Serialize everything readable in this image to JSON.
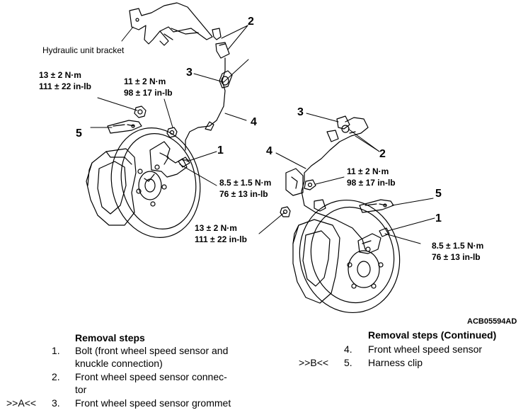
{
  "labels": {
    "bracket": "Hydraulic unit bracket",
    "left_callout_2": "2",
    "left_callout_3": "3",
    "left_callout_4": "4",
    "left_callout_5": "5",
    "left_callout_1": "1",
    "right_callout_3": "3",
    "right_callout_4": "4",
    "right_callout_2": "2",
    "right_callout_5": "5",
    "right_callout_1": "1",
    "figure_code": "ACB05594AD"
  },
  "torques": {
    "left_top_a": [
      "13 ± 2 N·m",
      "111 ± 22 in-lb"
    ],
    "left_top_b": [
      "11 ± 2 N·m",
      "98 ± 17 in-lb"
    ],
    "left_bolt": [
      "8.5 ± 1.5 N·m",
      "76 ± 13 in-lb"
    ],
    "right_mid": [
      "11 ± 2 N·m",
      "98 ± 17 in-lb"
    ],
    "right_low": [
      "13 ± 2 N·m",
      "111 ± 22 in-lb"
    ],
    "right_bolt": [
      "8.5 ± 1.5 N·m",
      "76 ± 13 in-lb"
    ]
  },
  "removal_steps": {
    "title": "Removal steps",
    "items": [
      {
        "marker": "",
        "num": "1.",
        "text": [
          "Bolt (front wheel speed sensor and",
          "knuckle connection)"
        ]
      },
      {
        "marker": "",
        "num": "2.",
        "text": [
          "Front wheel speed sensor connec-",
          "tor"
        ]
      },
      {
        "marker": ">>A<<",
        "num": "3.",
        "text": [
          "Front wheel speed sensor grommet"
        ]
      }
    ]
  },
  "removal_steps_continued": {
    "title": "Removal steps (Continued)",
    "items": [
      {
        "marker": "",
        "num": "4.",
        "text": [
          "Front wheel speed sensor"
        ]
      },
      {
        "marker": ">>B<<",
        "num": "5.",
        "text": [
          "Harness clip"
        ]
      }
    ]
  }
}
